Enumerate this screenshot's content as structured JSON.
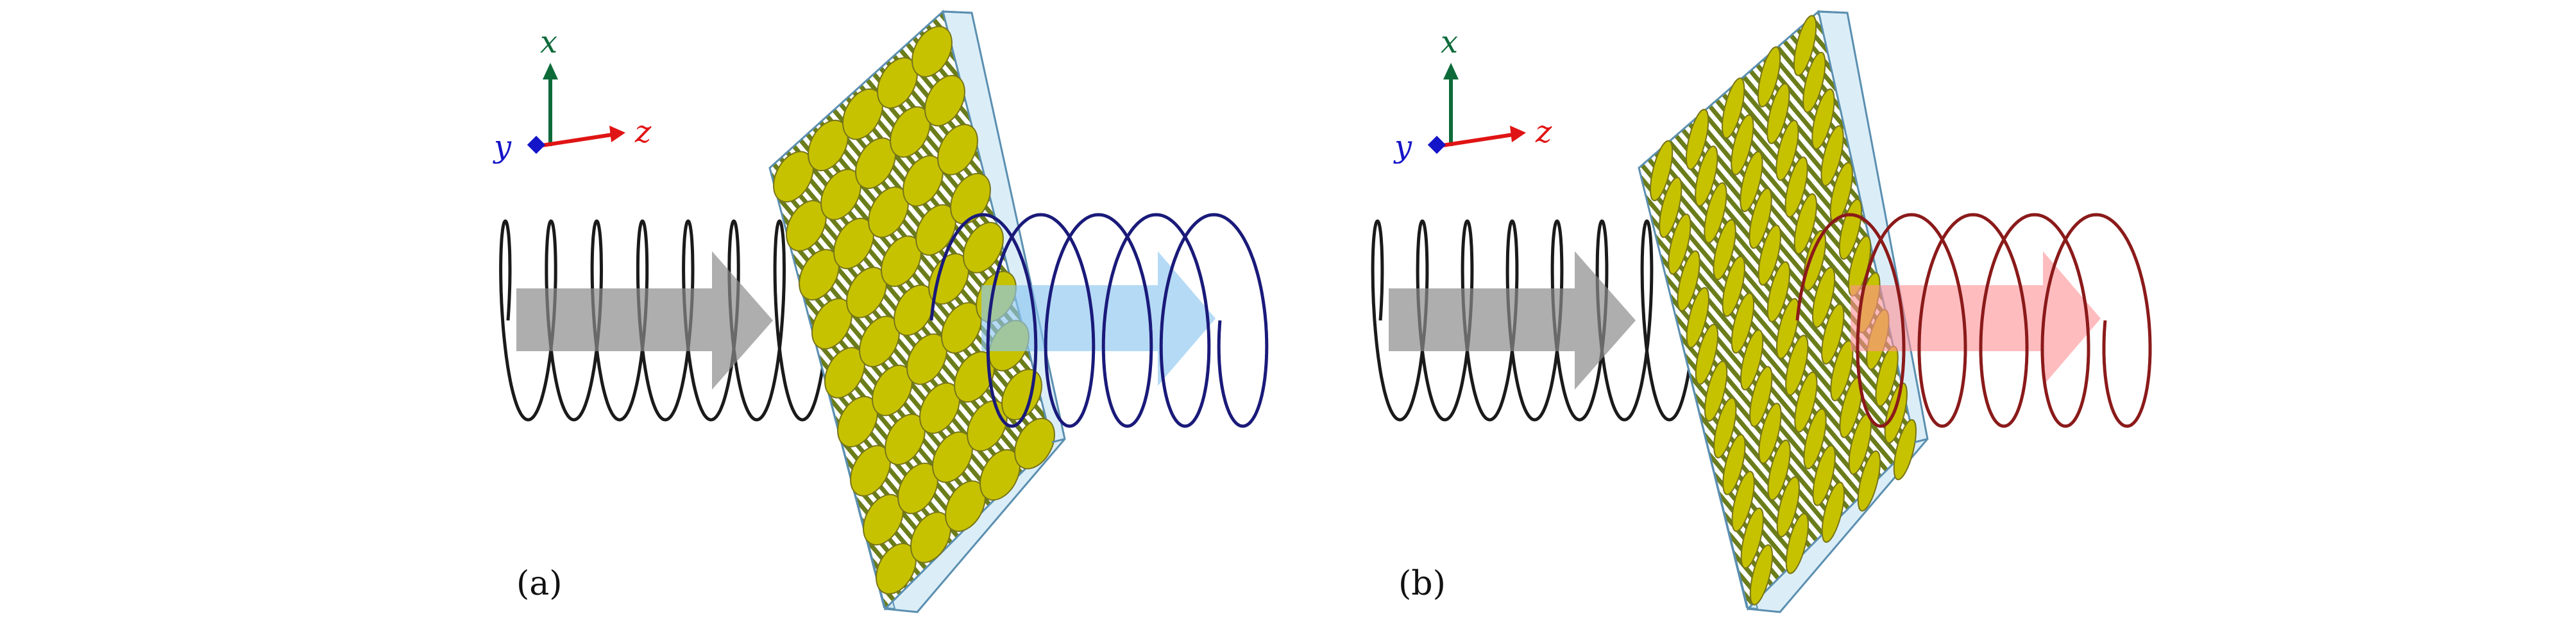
{
  "colors": {
    "incident_wave": "#1a1a1a",
    "incident_arrow": "#8c8c8c",
    "transmitted_wave_a": "#1a1a7a",
    "transmitted_arrow_a": "#8ec6f0",
    "transmitted_wave_b": "#8b1a1a",
    "transmitted_arrow_b": "#ff8f95",
    "glass": "#cfe8f6",
    "glass_edge": "#5b8fb0",
    "stripes": "#6a7d1a",
    "element_fill": "#c6c200",
    "element_edge": "#77741a",
    "axis_x": "#0d6b3a",
    "axis_y": "#1414c8",
    "axis_z": "#e01414"
  },
  "axes": {
    "x": "x",
    "y": "y",
    "z": "z"
  },
  "panels": [
    {
      "label": "(a)",
      "incident": "linear-polarization",
      "transmitted": "circular-polarization",
      "element_shape": "ellipse",
      "element_rows": 9,
      "element_cols": 5
    },
    {
      "label": "(b)",
      "incident": "linear-polarization",
      "transmitted": "circular-polarization",
      "element_shape": "ellipse",
      "element_rows": 12,
      "element_cols": 5
    }
  ]
}
